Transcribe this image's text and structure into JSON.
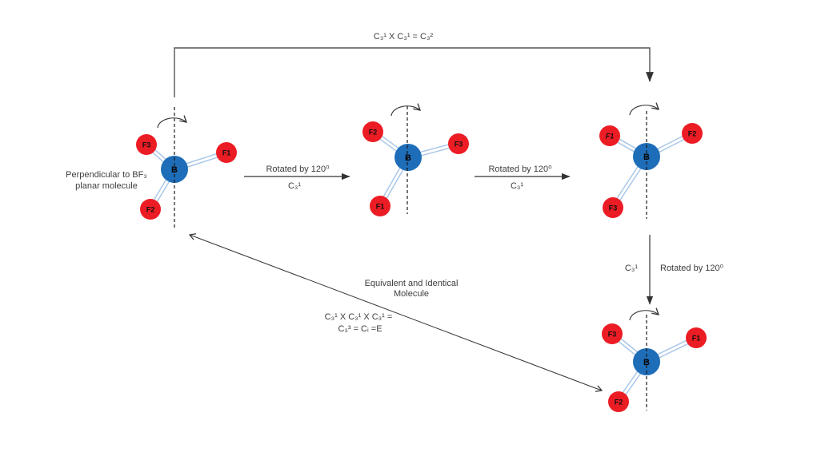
{
  "colors": {
    "boron": "#1e6db8",
    "fluorine": "#ec1c24",
    "bond": "#a9c7e8"
  },
  "loop_arrow": {
    "label": "C₃¹ X C₃¹ = C₃²"
  },
  "left_caption": {
    "line1": "Perpendicular to BF₃",
    "line2": "planar molecule"
  },
  "step1": {
    "label": "Rotated by 120⁰",
    "operator": "C₃¹"
  },
  "step2": {
    "label": "Rotated by 120⁰",
    "operator": "C₃¹"
  },
  "step3": {
    "operator": "C₃¹",
    "label": "Rotated by 120⁰"
  },
  "equivalence": {
    "line1": "Equivalent and Identical",
    "line2": "Molecule"
  },
  "identity": {
    "line1": "C₃¹ X C₃¹ X C₃¹ =",
    "line2": "C₃³ = Cᵢ =E"
  },
  "molecules": [
    {
      "center": "B",
      "atoms": [
        "F3",
        "F1",
        "F2"
      ]
    },
    {
      "center": "B",
      "atoms": [
        "F2",
        "F3",
        "F1"
      ]
    },
    {
      "center": "B",
      "atoms": [
        "F1",
        "F2",
        "F3"
      ]
    },
    {
      "center": "B",
      "atoms": [
        "F3",
        "F1",
        "F2"
      ]
    }
  ]
}
